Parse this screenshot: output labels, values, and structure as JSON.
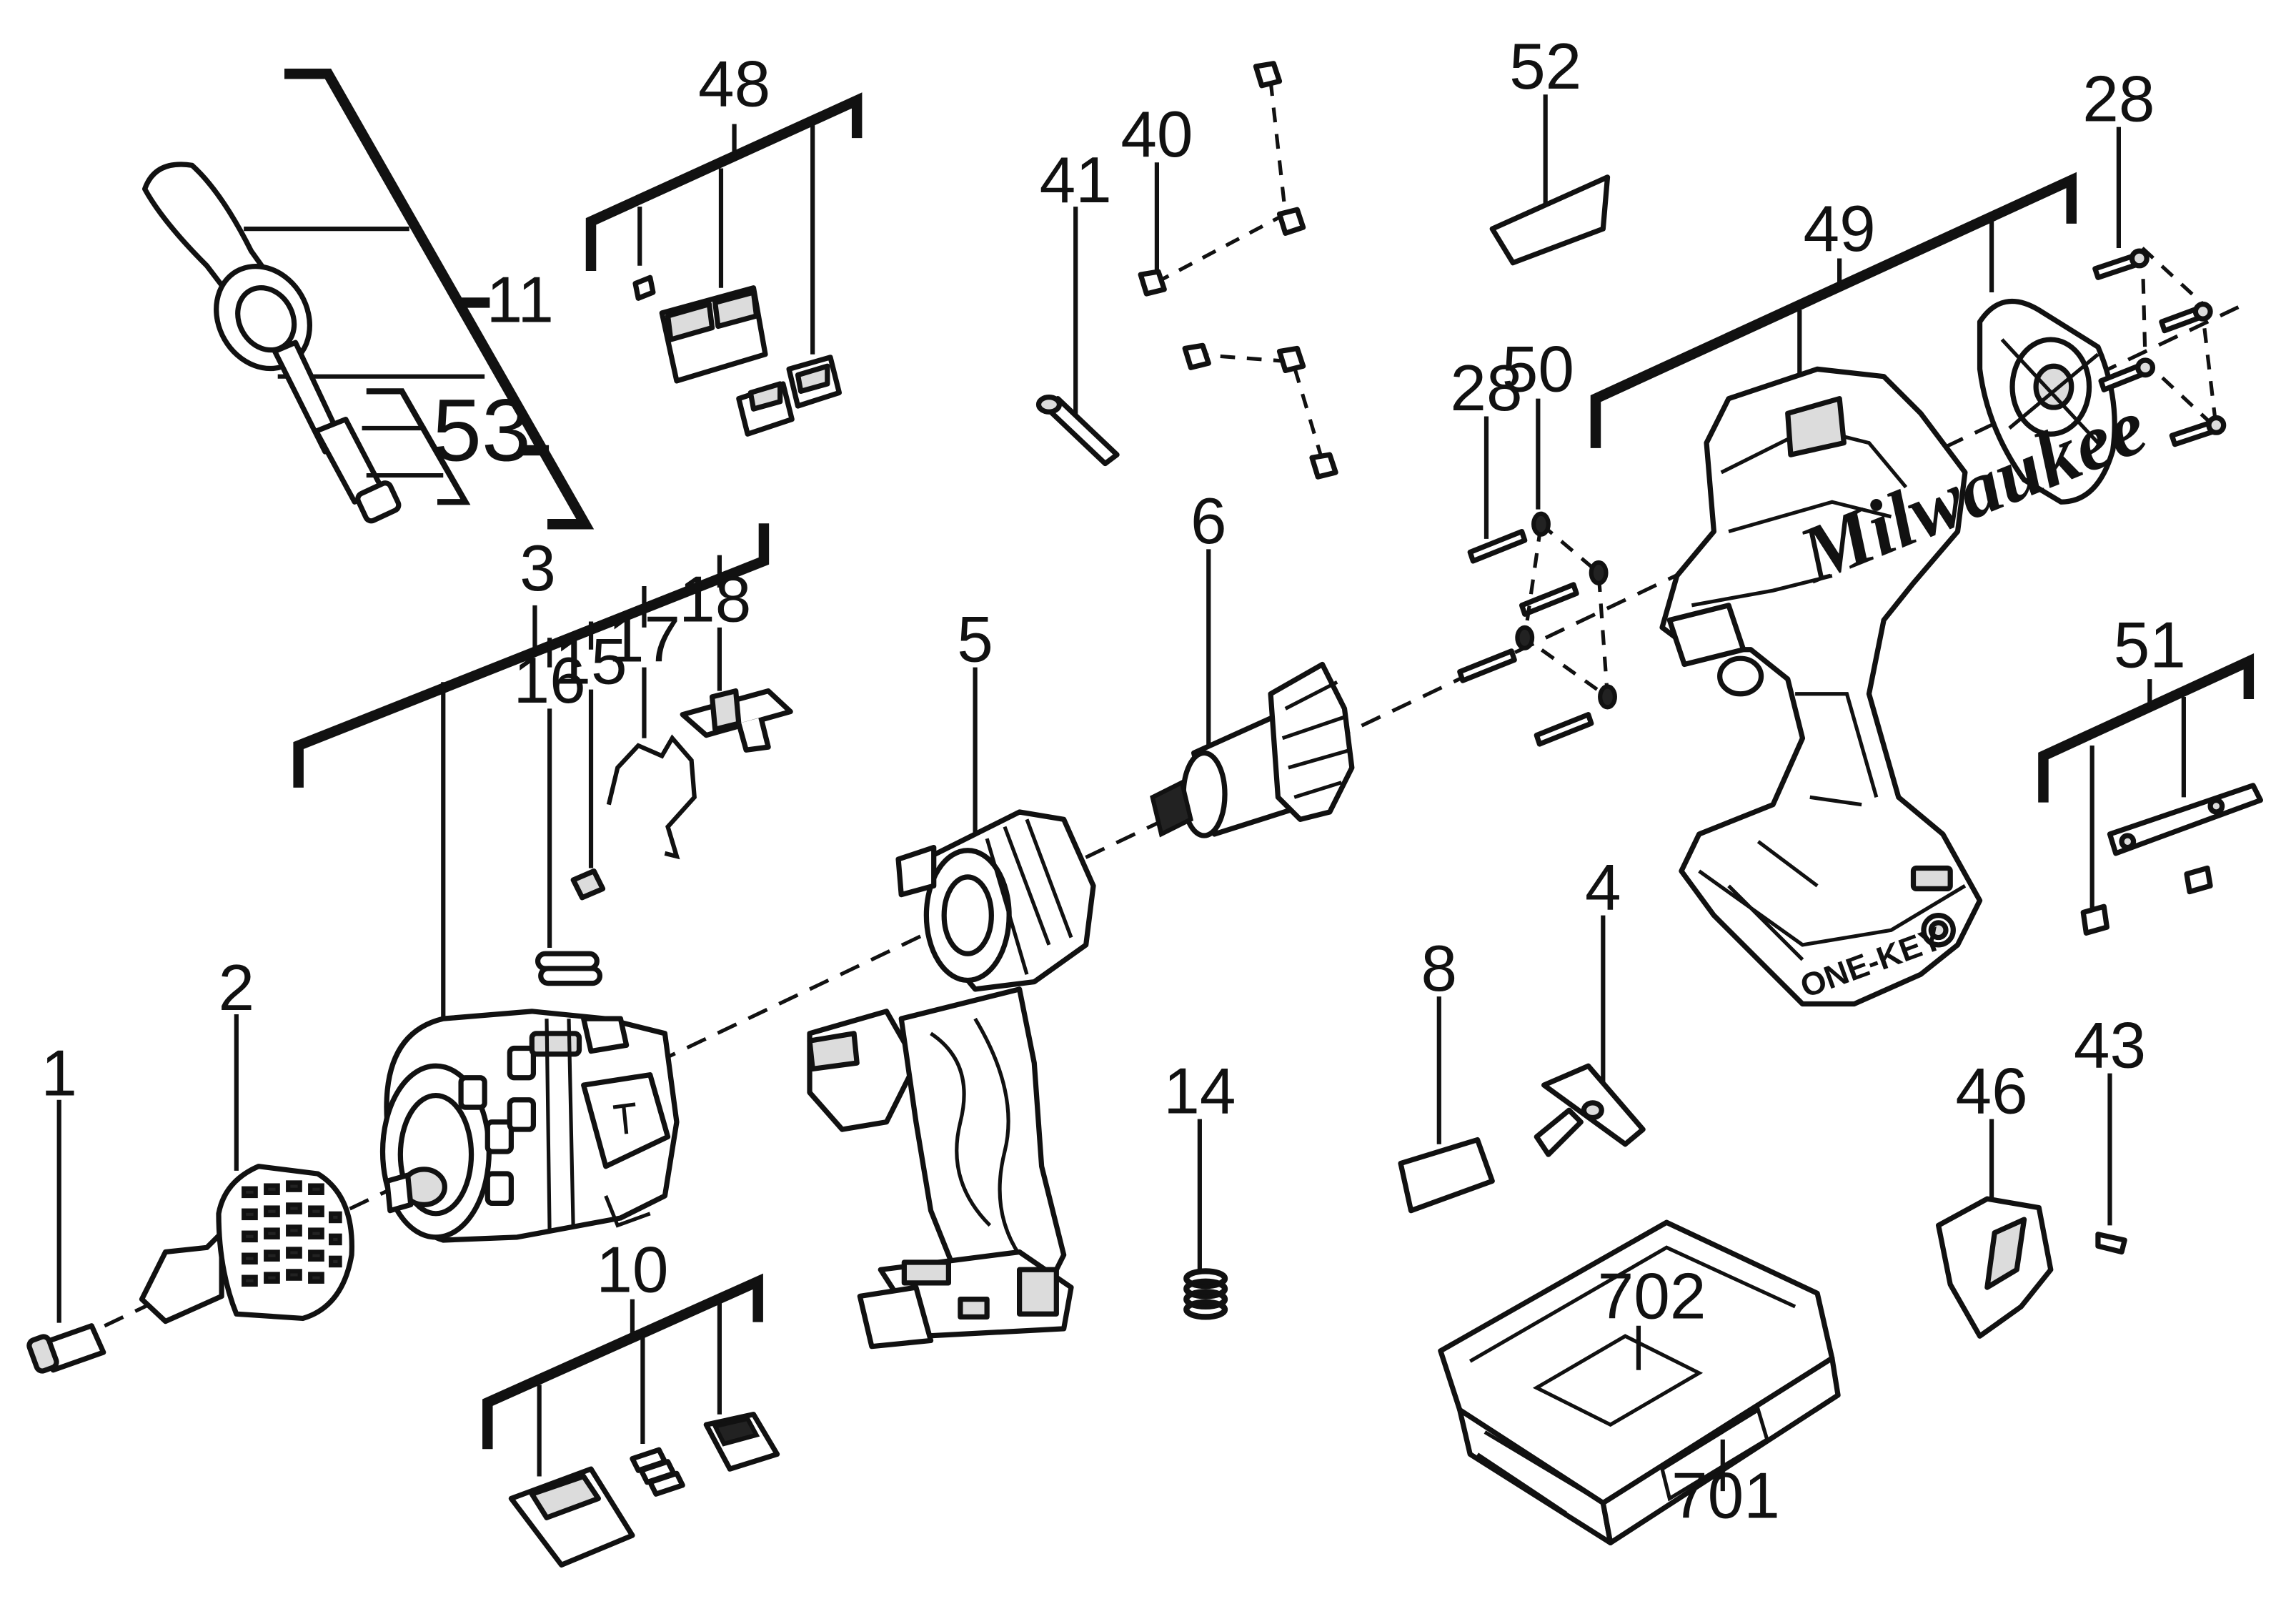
{
  "parts": {
    "p1": "1",
    "p2": "2",
    "p3": "3",
    "p4": "4",
    "p5": "5",
    "p6": "6",
    "p8": "8",
    "p10": "10",
    "p11": "11",
    "p14": "14",
    "p15": "15",
    "p16": "16",
    "p17": "17",
    "p18": "18",
    "p28a": "28",
    "p28b": "28",
    "p40": "40",
    "p41": "41",
    "p43": "43",
    "p46": "46",
    "p48": "48",
    "p49": "49",
    "p50": "50",
    "p51": "51",
    "p52": "52",
    "p53": "53",
    "p701": "701",
    "p702": "702"
  },
  "markings": {
    "brand": "Milwaukee",
    "onekey": "ONE-KEY"
  }
}
